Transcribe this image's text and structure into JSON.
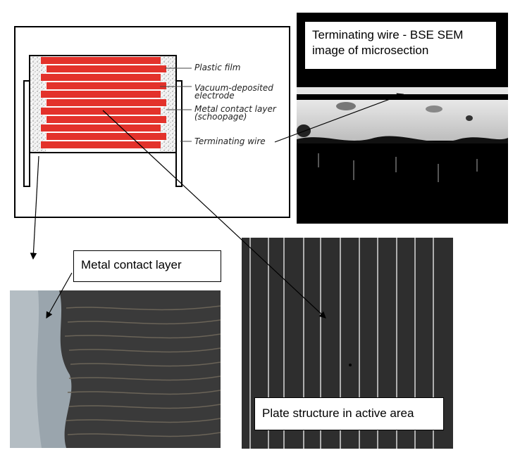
{
  "diagram": {
    "labels": {
      "plastic_film": "Plastic film",
      "electrode": "Vacuum-deposited electrode",
      "metal_contact": "Metal contact layer (schoopage)",
      "terminating_wire": "Terminating wire"
    }
  },
  "callouts": {
    "sem": "Terminating wire - BSE SEM image of microsection",
    "metal_contact": "Metal contact layer",
    "plate_structure": "Plate structure in active area"
  },
  "colors": {
    "film": "#e3322b",
    "electrode": "#ffffff",
    "frame": "#000000",
    "sem_background": "#000000",
    "plate_background": "#2e2e2e",
    "contact_gray": "#9aa5ad"
  }
}
